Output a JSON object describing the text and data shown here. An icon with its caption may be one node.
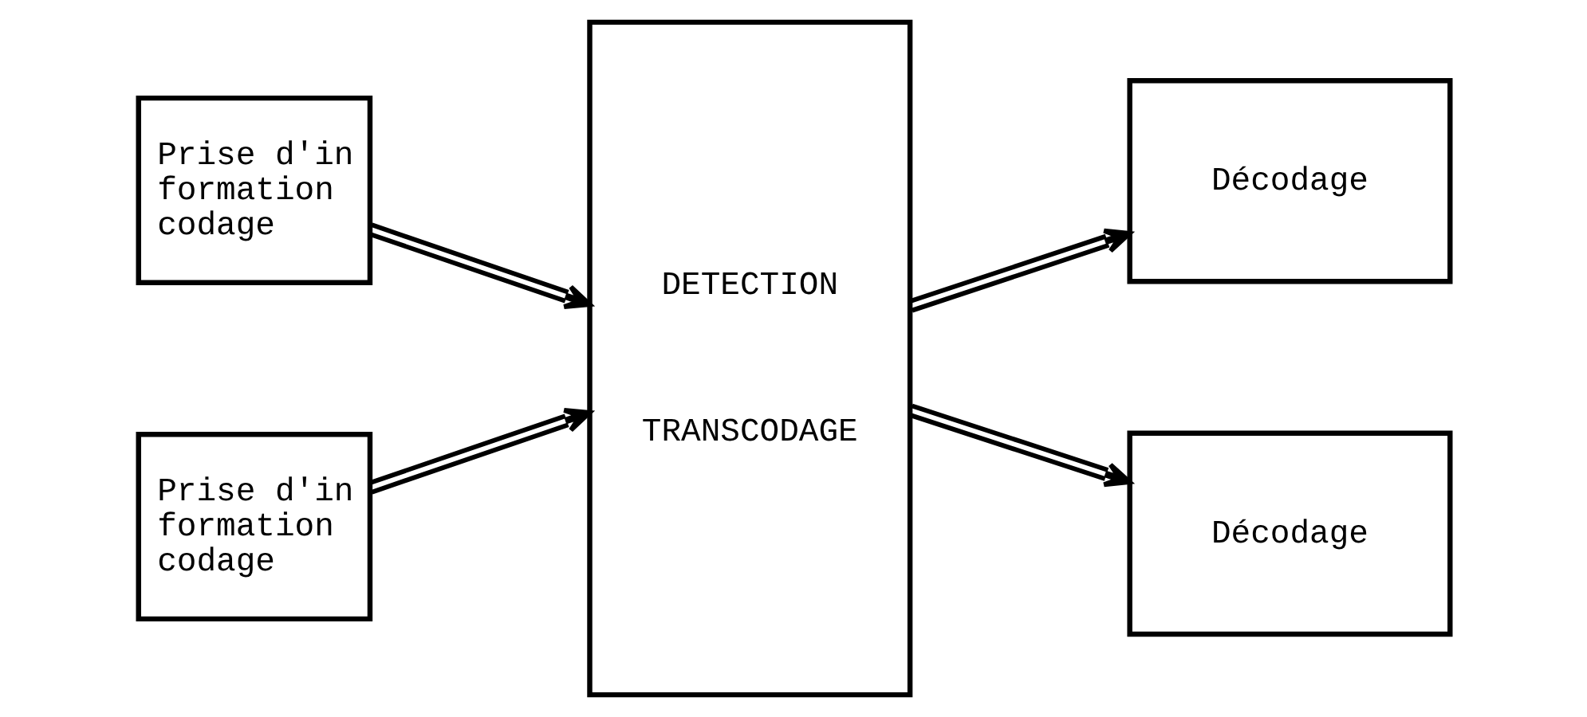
{
  "diagram": {
    "nodes": [
      {
        "text": [
          "Prise d'in formation codage"
        ]
      },
      {
        "text": [
          "DETECTION",
          "TRANSCODAGE"
        ]
      },
      {
        "text": [
          "Décodage"
        ]
      },
      {
        "text": [
          "Prise d'in formation codage"
        ]
      },
      {
        "text": [
          "Décodage"
        ]
      }
    ],
    "edges": [
      {
        "from": 0,
        "to": 1,
        "arrow": "to"
      },
      {
        "from": 1,
        "to": 2,
        "arrow": "to"
      },
      {
        "from": 3,
        "to": 1,
        "arrow": "to"
      },
      {
        "from": 1,
        "to": 4,
        "arrow": "to"
      }
    ]
  }
}
